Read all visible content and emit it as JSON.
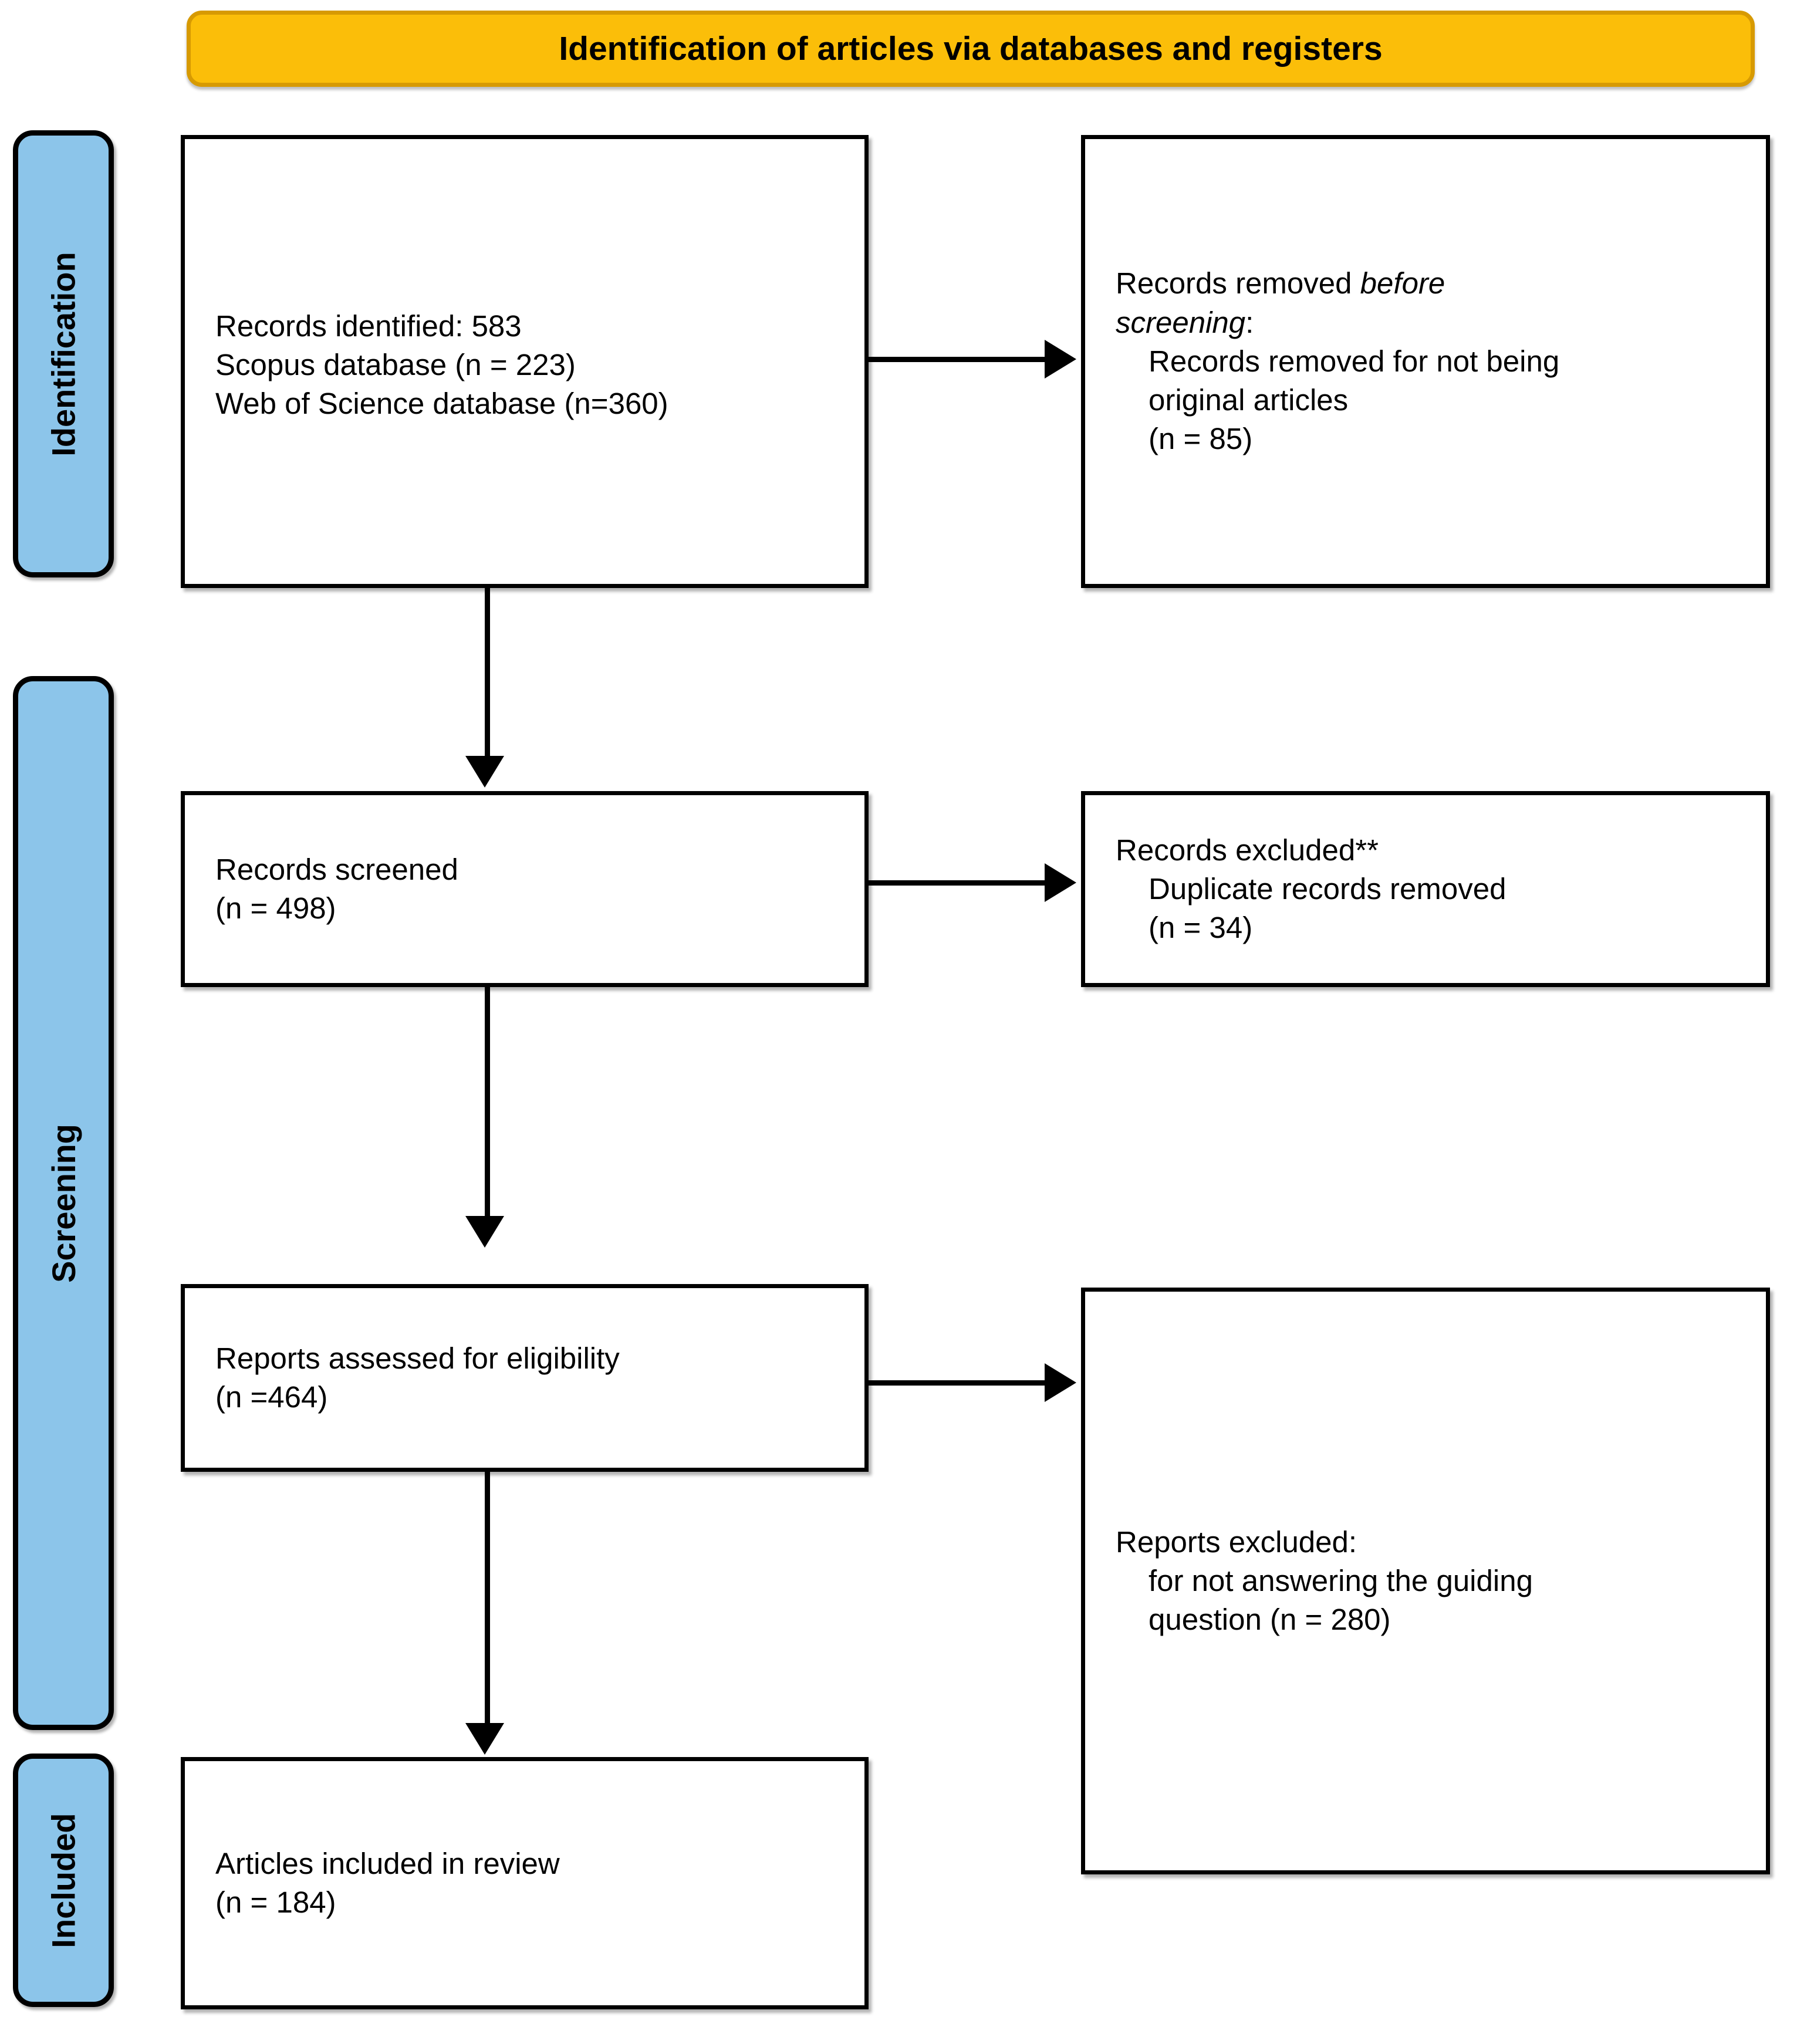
{
  "banner": {
    "title": "Identification of articles via databases and registers"
  },
  "stages": [
    {
      "id": "identification",
      "label": "Identification"
    },
    {
      "id": "screening",
      "label": "Screening"
    },
    {
      "id": "included",
      "label": "Included"
    }
  ],
  "boxes": {
    "identified": {
      "line1": "Records identified: 583",
      "line2": "Scopus database (n = 223)",
      "line3": "Web of Science database (n=360)"
    },
    "removed_before_screening": {
      "line1_prefix": "Records removed ",
      "line1_italic": "before",
      "line2_italic": "screening",
      "line2_suffix": ":",
      "line3": "Records removed for not being",
      "line4": "original articles",
      "line5": "(n = 85)"
    },
    "screened": {
      "line1": "Records screened",
      "line2": "(n = 498)"
    },
    "excluded_duplicates": {
      "line1": "Records excluded**",
      "line2": "Duplicate records removed",
      "line3": "(n = 34)"
    },
    "eligibility": {
      "line1": "Reports assessed for eligibility",
      "line2": "(n =464)"
    },
    "reports_excluded": {
      "line1": "Reports excluded:",
      "line2": "for not answering the guiding",
      "line3": "question (n = 280)"
    },
    "included": {
      "line1": "Articles included in review",
      "line2": "(n = 184)"
    }
  },
  "colors": {
    "banner_fill": "#FBBE09",
    "banner_border": "#D79A02",
    "stage_fill": "#8CC5EA",
    "outline": "#000000",
    "box_fill": "#FFFFFF"
  },
  "chart_data": {
    "type": "diagram",
    "title": "Identification of articles via databases and registers",
    "nodes": [
      {
        "id": "identified",
        "stage": "Identification",
        "label": "Records identified: 583; Scopus database (n = 223); Web of Science database (n=360)",
        "n": 583
      },
      {
        "id": "removed_before_screening",
        "stage": "Identification",
        "label": "Records removed before screening: Records removed for not being original articles (n = 85)",
        "n": 85
      },
      {
        "id": "screened",
        "stage": "Screening",
        "label": "Records screened (n = 498)",
        "n": 498
      },
      {
        "id": "excluded_duplicates",
        "stage": "Screening",
        "label": "Records excluded** Duplicate records removed (n = 34)",
        "n": 34
      },
      {
        "id": "eligibility",
        "stage": "Screening",
        "label": "Reports assessed for eligibility (n =464)",
        "n": 464
      },
      {
        "id": "reports_excluded",
        "stage": "Screening",
        "label": "Reports excluded: for not answering the guiding question (n = 280)",
        "n": 280
      },
      {
        "id": "included",
        "stage": "Included",
        "label": "Articles included in review (n = 184)",
        "n": 184
      }
    ],
    "edges": [
      {
        "from": "identified",
        "to": "removed_before_screening",
        "direction": "right"
      },
      {
        "from": "identified",
        "to": "screened",
        "direction": "down"
      },
      {
        "from": "screened",
        "to": "excluded_duplicates",
        "direction": "right"
      },
      {
        "from": "screened",
        "to": "eligibility",
        "direction": "down"
      },
      {
        "from": "eligibility",
        "to": "reports_excluded",
        "direction": "right"
      },
      {
        "from": "eligibility",
        "to": "included",
        "direction": "down"
      }
    ]
  }
}
